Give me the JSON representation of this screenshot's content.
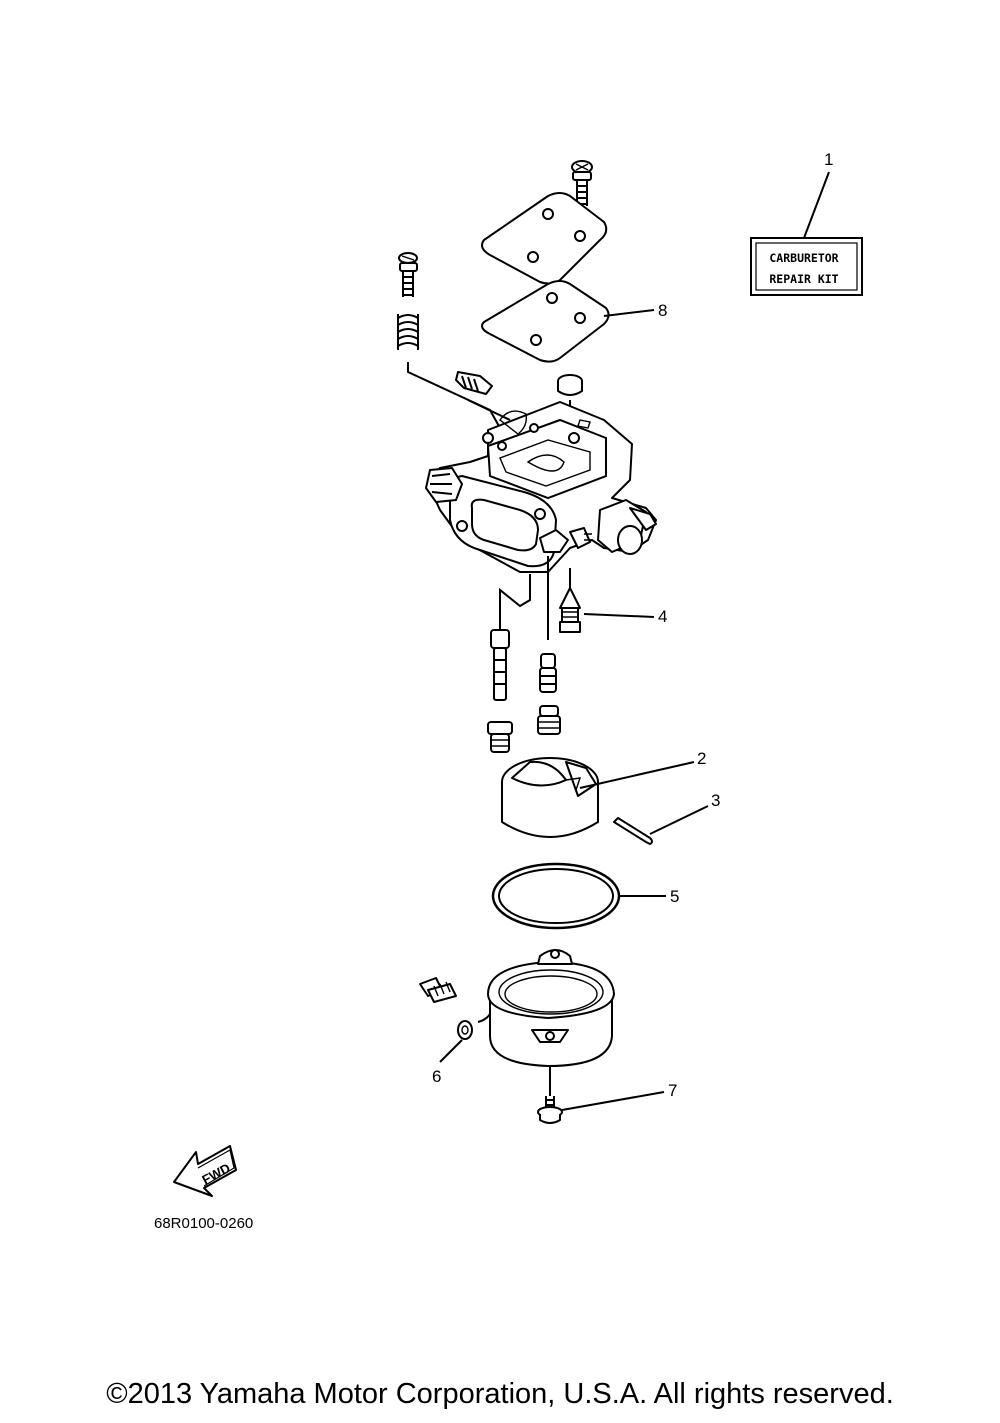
{
  "kit_label": {
    "line1": "CARBURETOR",
    "line2": "REPAIR KIT"
  },
  "callouts": [
    {
      "id": "1",
      "label": "1"
    },
    {
      "id": "2",
      "label": "2"
    },
    {
      "id": "3",
      "label": "3"
    },
    {
      "id": "4",
      "label": "4"
    },
    {
      "id": "5",
      "label": "5"
    },
    {
      "id": "6",
      "label": "6"
    },
    {
      "id": "7",
      "label": "7"
    },
    {
      "id": "8",
      "label": "8"
    }
  ],
  "fwd_label": "FWD",
  "diagram_code": "68R0100-0260",
  "copyright": "©2013 Yamaha Motor Corporation, U.S.A. All rights reserved."
}
